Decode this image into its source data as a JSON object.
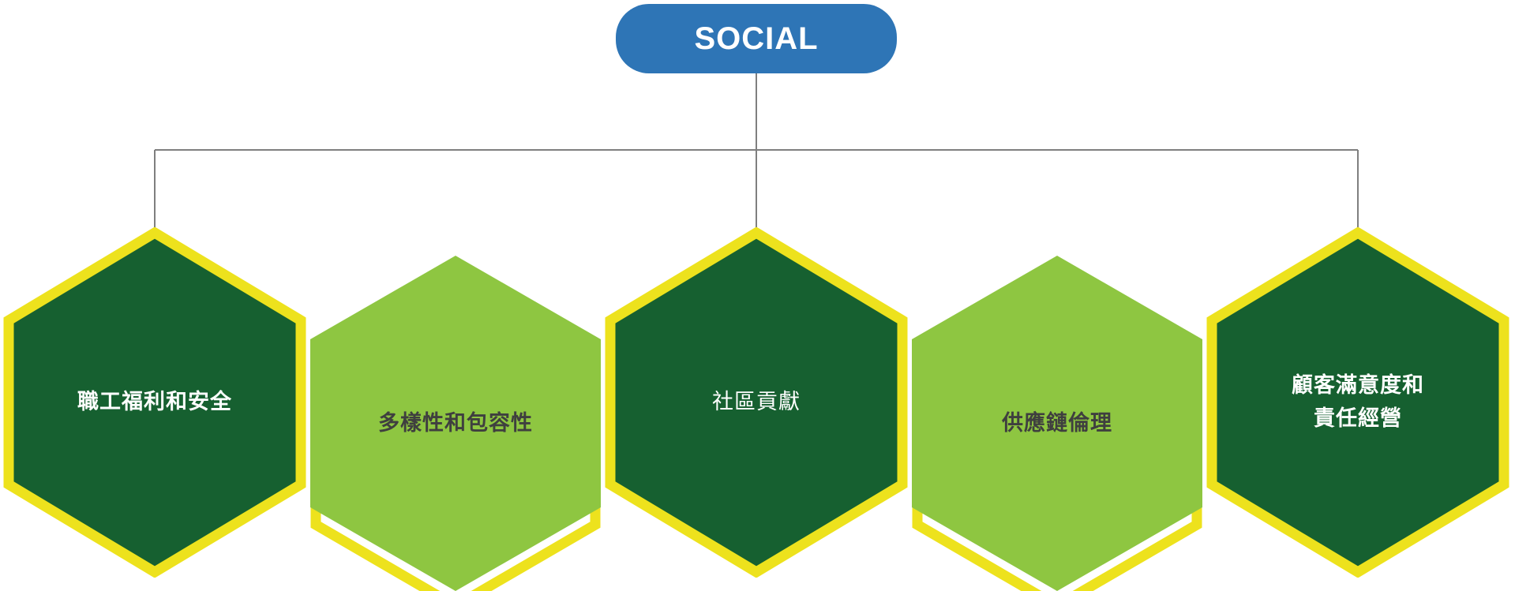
{
  "header": {
    "label": "SOCIAL"
  },
  "colors": {
    "header_bg": "#2E75B6",
    "header_text": "#FFFFFF",
    "dark_green": "#166030",
    "light_green": "#8EC641",
    "yellow_border": "#EDE21D",
    "connector": "#7F7F7F",
    "text_on_dark": "#FFFFFF",
    "text_on_light": "#3F3F3F"
  },
  "hexagons": [
    {
      "label": "職工福利和安全",
      "variant": "dark-yellow-border"
    },
    {
      "label": "多樣性和包容性",
      "variant": "light-yellow-shadow"
    },
    {
      "label": "社區貢獻",
      "variant": "dark-yellow-border"
    },
    {
      "label": "供應鏈倫理",
      "variant": "light-yellow-shadow"
    },
    {
      "label": "顧客滿意度和\n責任經營",
      "variant": "dark-yellow-border"
    }
  ]
}
